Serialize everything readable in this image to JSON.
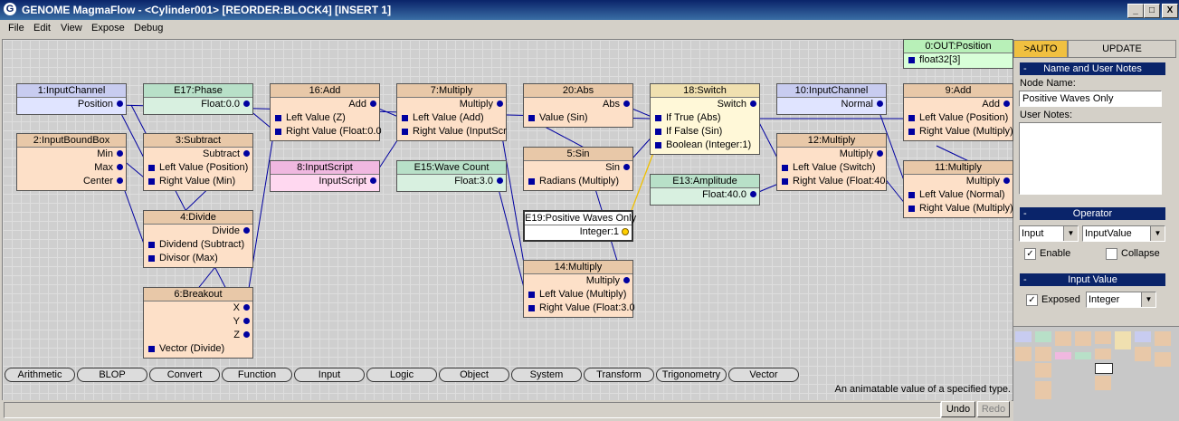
{
  "window": {
    "title": "GENOME MagmaFlow - <Cylinder001> [REORDER:BLOCK4] [INSERT 1]",
    "logo": "G",
    "min_glyph": "_",
    "max_glyph": "□",
    "close_glyph": "X"
  },
  "menu": [
    "File",
    "Edit",
    "View",
    "Expose",
    "Debug"
  ],
  "nodes": {
    "inputchannel1": {
      "title": "1:InputChannel",
      "out": "Position"
    },
    "phase": {
      "title": "E17:Phase",
      "out": "Float:0.0"
    },
    "add16": {
      "title": "16:Add",
      "out": "Add",
      "in1": "Left Value (Z)",
      "in2": "Right Value (Float:0.0"
    },
    "mult7": {
      "title": "7:Multiply",
      "out": "Multiply",
      "in1": "Left Value (Add)",
      "in2": "Right Value (InputScr"
    },
    "abs20": {
      "title": "20:Abs",
      "out": "Abs",
      "in1": "Value (Sin)"
    },
    "switch18": {
      "title": "18:Switch",
      "out": "Switch",
      "in1": "If True (Abs)",
      "in2": "If False (Sin)",
      "in3": "Boolean (Integer:1)"
    },
    "inputchannel10": {
      "title": "10:InputChannel",
      "out": "Normal"
    },
    "outpos": {
      "title": "0:OUT:Position",
      "in1": "float32[3]"
    },
    "add9": {
      "title": "9:Add",
      "out": "Add",
      "in1": "Left Value (Position)",
      "in2": "Right Value (Multiply)"
    },
    "boundbox2": {
      "title": "2:InputBoundBox",
      "o1": "Min",
      "o2": "Max",
      "o3": "Center"
    },
    "sub3": {
      "title": "3:Subtract",
      "out": "Subtract",
      "in1": "Left Value (Position)",
      "in2": "Right Value (Min)"
    },
    "script8": {
      "title": "8:InputScript",
      "out": "InputScript"
    },
    "wavecount": {
      "title": "E15:Wave Count",
      "out": "Float:3.0"
    },
    "sin5": {
      "title": "5:Sin",
      "out": "Sin",
      "in1": "Radians (Multiply)"
    },
    "mult12": {
      "title": "12:Multiply",
      "out": "Multiply",
      "in1": "Left Value (Switch)",
      "in2": "Right Value (Float:40."
    },
    "amplitude": {
      "title": "E13:Amplitude",
      "out": "Float:40.0"
    },
    "mult11": {
      "title": "11:Multiply",
      "out": "Multiply",
      "in1": "Left Value (Normal)",
      "in2": "Right Value (Multiply)"
    },
    "divide4": {
      "title": "4:Divide",
      "out": "Divide",
      "in1": "Dividend (Subtract)",
      "in2": "Divisor (Max)"
    },
    "poswaves": {
      "title": "E19:Positive Waves Only",
      "out": "Integer:1"
    },
    "mult14": {
      "title": "14:Multiply",
      "out": "Multiply",
      "in1": "Left Value (Multiply)",
      "in2": "Right Value (Float:3.0"
    },
    "breakout6": {
      "title": "6:Breakout",
      "o1": "X",
      "o2": "Y",
      "o3": "Z",
      "in1": "Vector (Divide)"
    }
  },
  "categories": [
    "Arithmetic",
    "BLOP",
    "Convert",
    "Function",
    "Input",
    "Logic",
    "Object",
    "System",
    "Transform",
    "Trigonometry",
    "Vector"
  ],
  "status_text": "An animatable value of a specified type.",
  "bottom": {
    "undo": "Undo",
    "redo": "Redo"
  },
  "panel": {
    "tab_auto": ">AUTO",
    "tab_update": "UPDATE",
    "name_section": "Name and User Notes",
    "node_name_label": "Node Name:",
    "node_name_value": "Positive Waves Only",
    "user_notes_label": "User Notes:",
    "operator_section": "Operator",
    "operator_type": "Input",
    "operator_subtype": "InputValue",
    "enable_label": "Enable",
    "collapse_label": "Collapse",
    "input_section": "Input Value",
    "exposed_label": "Exposed",
    "exposed_type": "Integer",
    "collapse_glyph": "-",
    "check_glyph": "✓",
    "arrow_glyph": "▼"
  },
  "colors": {
    "titlebar": "#0a246a",
    "wire": "#0000a0",
    "boolean_wire": "#f0c000",
    "auto_tab": "#f0c040"
  }
}
